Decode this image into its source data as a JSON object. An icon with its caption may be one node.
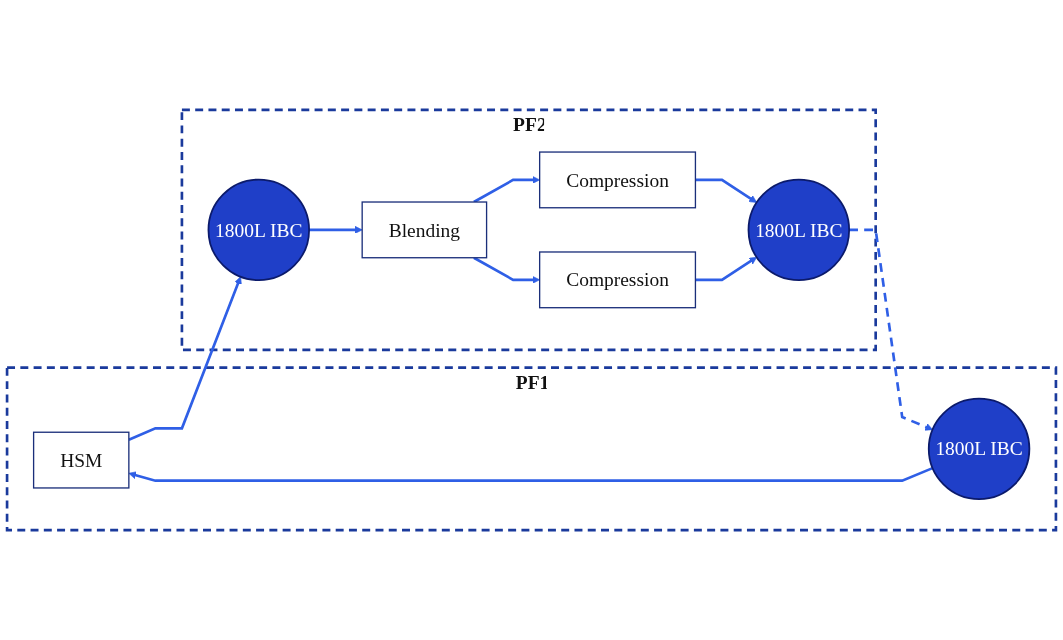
{
  "diagram": {
    "nodes": [
      {
        "text": [
          "PF1"
        ]
      },
      {
        "text": [
          "HSM"
        ],
        "in": 0
      },
      {
        "text": [
          "1800L IBC"
        ],
        "in": 0
      },
      {
        "text": [
          "PF2"
        ]
      },
      {
        "text": [
          "1800L IBC"
        ],
        "in": 3
      },
      {
        "text": [
          "Blending"
        ],
        "in": 3
      },
      {
        "text": [
          "Compression"
        ],
        "in": 3
      },
      {
        "text": [
          "Compression"
        ],
        "in": 3
      },
      {
        "text": [
          "1800L IBC"
        ],
        "in": 3
      }
    ],
    "edges": [
      {
        "from": 2,
        "to": 1,
        "arrow": "to"
      },
      {
        "from": 1,
        "to": 4,
        "arrow": "to"
      },
      {
        "from": 4,
        "to": 5,
        "arrow": "to"
      },
      {
        "from": 5,
        "to": 6,
        "arrow": "to"
      },
      {
        "from": 5,
        "to": 7,
        "arrow": "to"
      },
      {
        "from": 6,
        "to": 8,
        "arrow": "to"
      },
      {
        "from": 7,
        "to": 8,
        "arrow": "to"
      },
      {
        "from": 8,
        "to": 2,
        "arrow": "to",
        "style": "dashed"
      }
    ]
  }
}
